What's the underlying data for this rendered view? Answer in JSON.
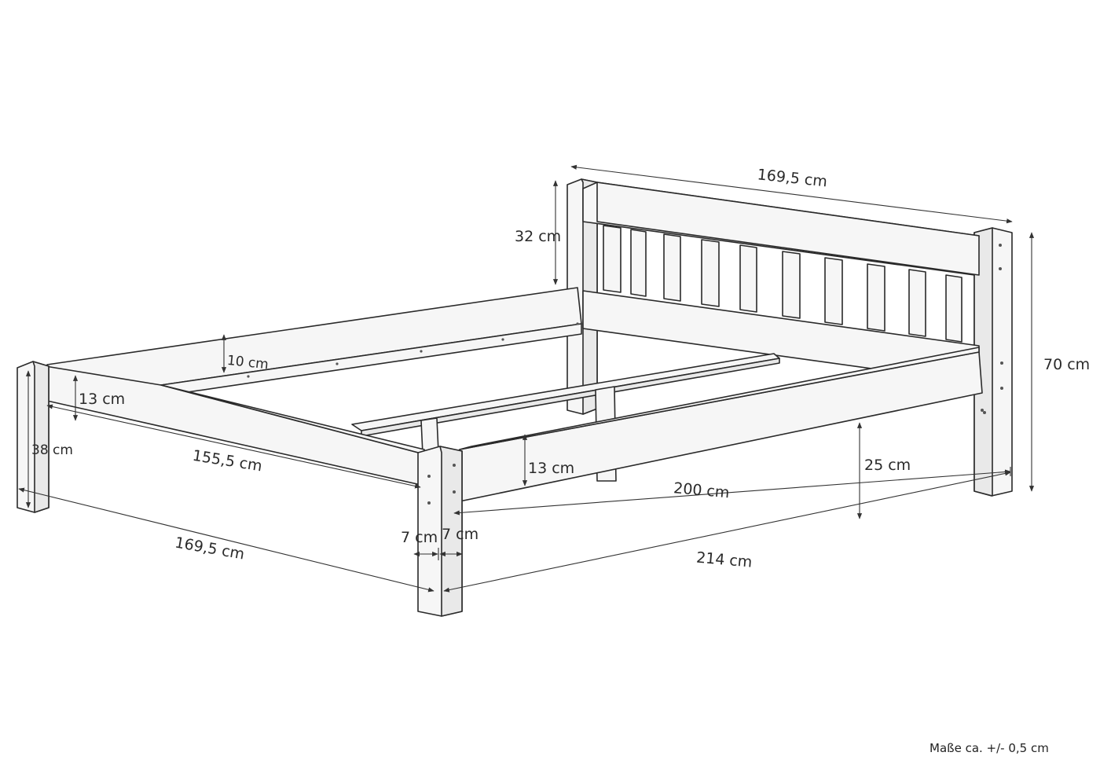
{
  "dimensions": {
    "headboard_width": "169,5 cm",
    "headboard_panel_height": "32 cm",
    "total_height": "70 cm",
    "side_rail_inner_height": "10 cm",
    "foot_rail_height": "13 cm",
    "leg_height": "38 cm",
    "inner_width": "155,5 cm",
    "side_rail_height": "13 cm",
    "clearance_height": "25 cm",
    "inner_length": "200 cm",
    "leg_width_a": "7 cm",
    "leg_width_b": "7 cm",
    "outer_width": "169,5 cm",
    "outer_length": "214 cm"
  },
  "footnote": "Maße ca. +/- 0,5 cm"
}
